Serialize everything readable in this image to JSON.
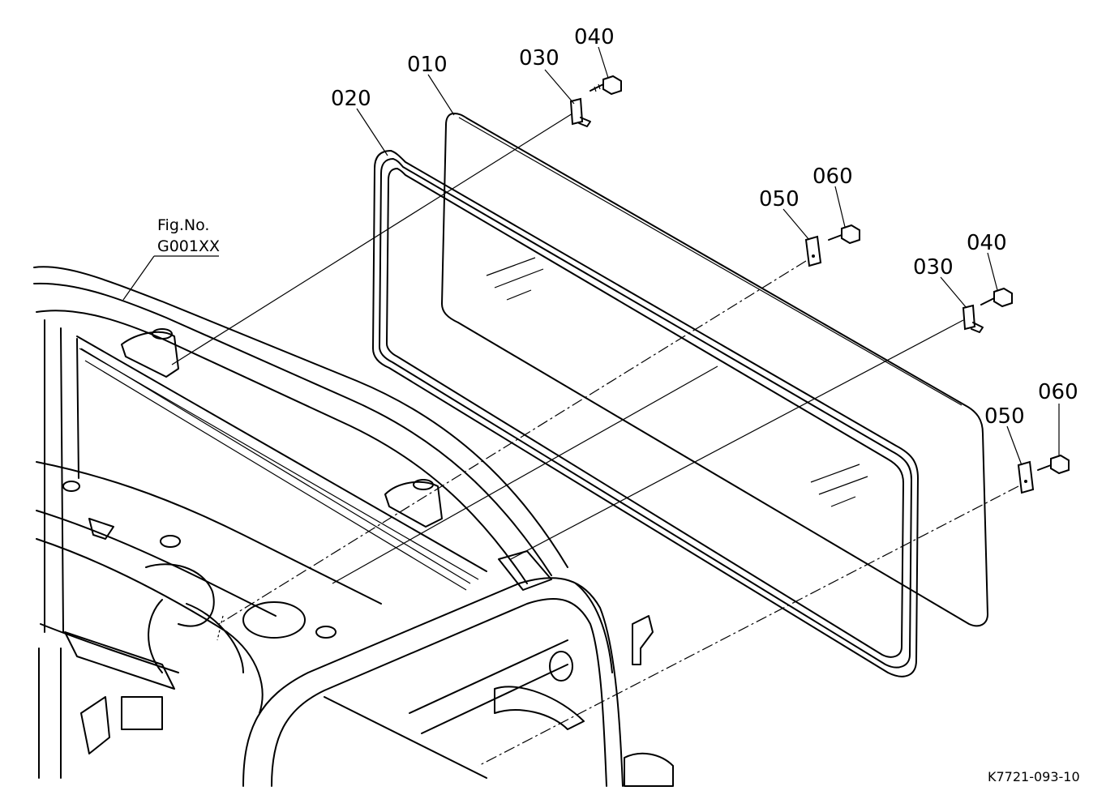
{
  "callouts": {
    "p010": "010",
    "p020": "020",
    "p030a": "030",
    "p040a": "040",
    "p050a": "050",
    "p060a": "060",
    "p030b": "030",
    "p040b": "040",
    "p050b": "050",
    "p060b": "060"
  },
  "figure_ref": {
    "line1": "Fig.No.",
    "line2": "G001XX"
  },
  "document_id": "K7721-093-10"
}
